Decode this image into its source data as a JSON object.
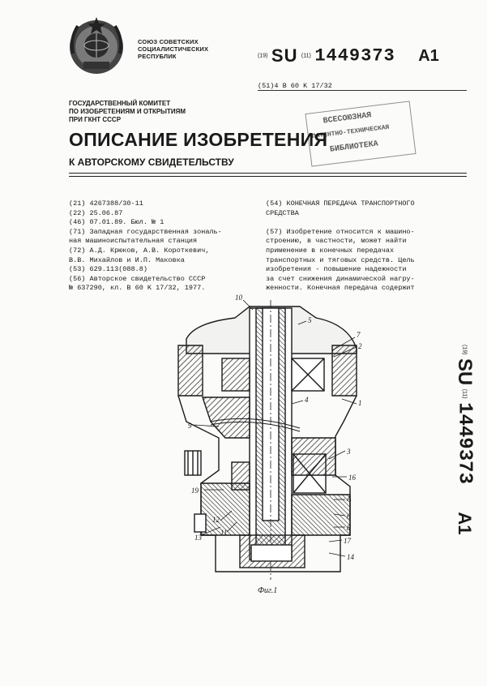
{
  "header": {
    "union_lines": [
      "СОЮЗ СОВЕТСКИХ",
      "СОЦИАЛИСТИЧЕСКИХ",
      "РЕСПУБЛИК"
    ],
    "country_code_prefix": "(19)",
    "country_code": "SU",
    "number_prefix": "(11)",
    "patent_number": "1449373",
    "kind_code": "A1",
    "ipc": "(51)4 B 60 K 17/32"
  },
  "committee_lines": [
    "ГОСУДАРСТВЕННЫЙ КОМИТЕТ",
    "ПО ИЗОБРЕТЕНИЯМ И ОТКРЫТИЯМ",
    "ПРИ ГКНТ СССР"
  ],
  "stamp": {
    "lines": [
      "ВСЕСОЮЗНАЯ",
      "ПАТЕНТНО-ТЕХНИЧЕСКАЯ",
      "БИБЛИОТЕКА"
    ]
  },
  "title": "ОПИСАНИЕ ИЗОБРЕТЕНИЯ",
  "subtitle": "К АВТОРСКОМУ СВИДЕТЕЛЬСТВУ",
  "bibliographic": [
    "(21) 4267388/30-11",
    "(22) 25.06.87",
    "(46) 07.01.89. Бюл. № 1",
    "(71) Западная государственная зональ-",
    "ная машиноиспытательная станция",
    "(72) А.Д. Крюков, А.В. Короткевич,",
    "В.В. Михайлов и И.П. Маковка",
    "(53) 629.113(088.8)",
    "(56) Авторское свидетельство СССР",
    "№ 637290, кл. B 60 K 17/32, 1977."
  ],
  "abstract_title": [
    "(54) КОНЕЧНАЯ ПЕРЕДАЧА ТРАНСПОРТНОГО",
    "СРЕДСТВА"
  ],
  "abstract": [
    "(57) Изобретение относится к машино-",
    "строению, в частности, может найти",
    "применение в конечных передачах",
    "транспортных и тяговых средств. Цель",
    "изобретения - повышение надежности",
    "за счет снижения динамической нагру-",
    "женности. Конечная передача содержит"
  ],
  "figure": {
    "caption": "Фиг.1",
    "labels": [
      "10",
      "5",
      "7",
      "2",
      "4",
      "1",
      "9",
      "3",
      "16",
      "19",
      "A",
      "6",
      "8",
      "13",
      "11",
      "12",
      "17",
      "14"
    ]
  }
}
